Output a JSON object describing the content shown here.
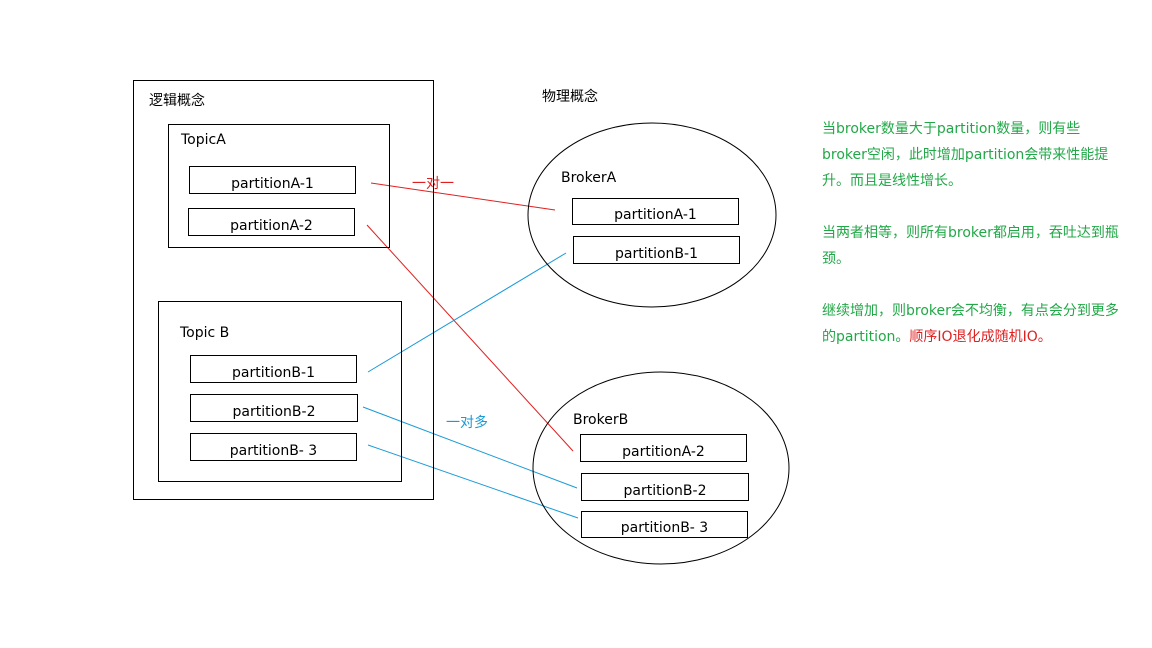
{
  "logical": {
    "title": "逻辑概念",
    "topicA": {
      "title": "TopicA",
      "partitions": [
        "partitionA-1",
        "partitionA-2"
      ]
    },
    "topicB": {
      "title": "Topic B",
      "partitions": [
        "partitionB-1",
        "partitionB-2",
        "partitionB- 3"
      ]
    }
  },
  "physical": {
    "title": "物理概念",
    "brokerA": {
      "title": "BrokerA",
      "partitions": [
        "partitionA-1",
        "partitionB-1"
      ]
    },
    "brokerB": {
      "title": "BrokerB",
      "partitions": [
        "partitionA-2",
        "partitionB-2",
        "partitionB- 3"
      ]
    }
  },
  "edge_labels": {
    "one_to_one": "一对一",
    "one_to_many": "一对多"
  },
  "colors": {
    "one_to_one": "#e02020",
    "one_to_many": "#1a9ad6",
    "notes": "#22a848",
    "notes_highlight": "#e02020"
  },
  "notes": {
    "p1": "当broker数量大于partition数量，则有些broker空闲，此时增加partition会带来性能提升。而且是线性增长。",
    "p2": "当两者相等，则所有broker都启用，吞吐达到瓶颈。",
    "p3": "继续增加，则broker会不均衡，有点会分到更多的partition。",
    "p3_highlight": "顺序IO退化成随机IO。"
  }
}
